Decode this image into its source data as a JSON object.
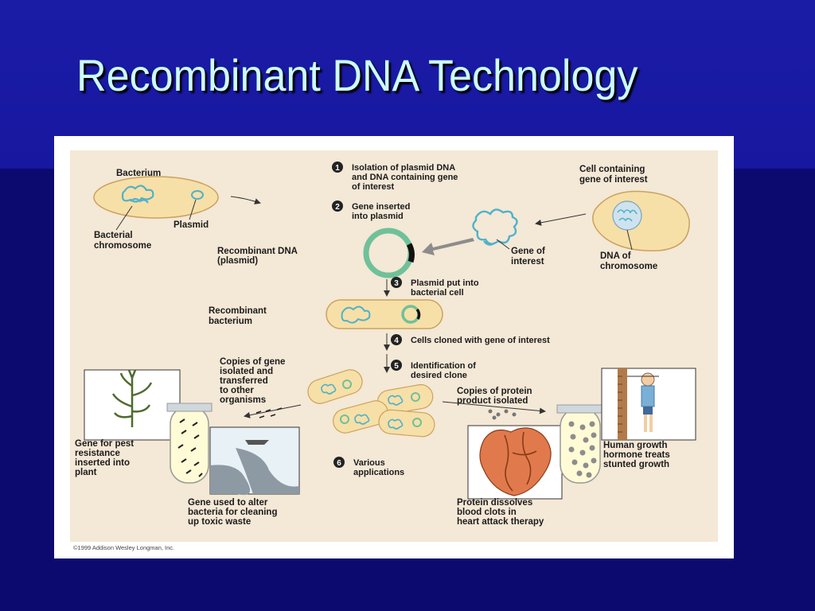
{
  "slide": {
    "title": "Recombinant DNA Technology",
    "background_color": "#0c0a6e",
    "title_color": "#ccfcff"
  },
  "figure": {
    "panel_color": "#f4e8d6",
    "cell_color": "#f7dfa8",
    "dna_color": "#4fb2c9",
    "labels": {
      "bacterium": "Bacterium",
      "plasmid": "Plasmid",
      "bacterial_chromosome": [
        "Bacterial",
        "chromosome"
      ],
      "cell_containing_gene": [
        "Cell containing",
        "gene of interest"
      ],
      "gene_of_interest": [
        "Gene of",
        "interest"
      ],
      "dna_of_chromosome": [
        "DNA of",
        "chromosome"
      ],
      "recombinant_dna": [
        "Recombinant DNA",
        "(plasmid)"
      ],
      "recombinant_bacterium": [
        "Recombinant",
        "bacterium"
      ],
      "copies_of_gene": [
        "Copies of gene",
        "isolated and",
        "transferred",
        "to other",
        "organisms"
      ],
      "copies_of_protein": [
        "Copies of protein",
        "product isolated"
      ],
      "gene_pest": [
        "Gene for pest",
        "resistance",
        "inserted into",
        "plant"
      ],
      "gene_toxic": [
        "Gene used to alter",
        "bacteria for cleaning",
        "up toxic waste"
      ],
      "protein_clots": [
        "Protein dissolves",
        "blood clots in",
        "heart attack therapy"
      ],
      "human_growth": [
        "Human growth",
        "hormone treats",
        "stunted growth"
      ]
    },
    "steps": [
      {
        "num": "1",
        "lines": [
          "Isolation of plasmid DNA",
          "and DNA containing gene",
          "of interest"
        ]
      },
      {
        "num": "2",
        "lines": [
          "Gene inserted",
          "into plasmid"
        ]
      },
      {
        "num": "3",
        "lines": [
          "Plasmid put into",
          "bacterial cell"
        ]
      },
      {
        "num": "4",
        "lines": [
          "Cells cloned with gene of interest"
        ]
      },
      {
        "num": "5",
        "lines": [
          "Identification of",
          "desired clone"
        ]
      },
      {
        "num": "6",
        "lines": [
          "Various",
          "applications"
        ]
      }
    ],
    "credit": "©1999 Addison Wesley Longman, Inc."
  }
}
